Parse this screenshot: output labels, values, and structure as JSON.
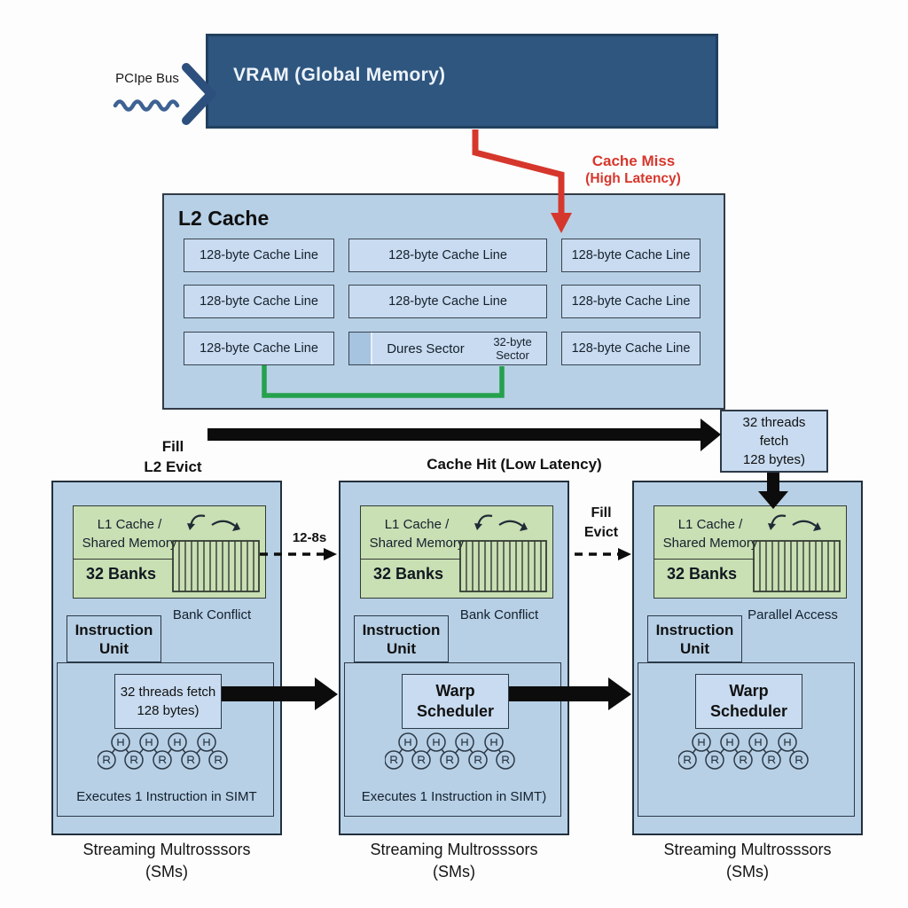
{
  "pcie": {
    "label": "PCIpe Bus"
  },
  "vram": {
    "title": "VRAM (Global Memory)"
  },
  "cache_miss": {
    "line1": "Cache Miss",
    "line2": "(High Latency)"
  },
  "l2": {
    "title": "L2 Cache",
    "cache_line": "128-byte Cache Line",
    "sector_label": "Dures Sector",
    "sector_byte_line1": "32-byte",
    "sector_byte_line2": "Sector"
  },
  "flow": {
    "fill": "Fill",
    "l2_evict": "L2 Evict",
    "cache_hit": "Cache Hit (Low Latency)"
  },
  "fetch_box": {
    "line1": "32 threads",
    "line2": "fetch",
    "line3": "128 bytes)"
  },
  "links": {
    "rate_label": "12-8s",
    "fill": "Fill",
    "evict": "Evict"
  },
  "sms": [
    {
      "l1_line1": "L1 Cache /",
      "l1_line2": "Shared Memory",
      "banks": "32 Banks",
      "access": "Bank Conflict",
      "iu_line1": "Instruction",
      "iu_line2": "Unit",
      "action_line1": "32 threads fetch",
      "action_line2": "128 bytes)",
      "simt": "Executes 1 Instruction in SIMT",
      "caption_line1": "Streaming Multrosssors",
      "caption_line2": "(SMs)"
    },
    {
      "l1_line1": "L1 Cache /",
      "l1_line2": "Shared Memory",
      "banks": "32 Banks",
      "access": "Bank Conflict",
      "iu_line1": "Instruction",
      "iu_line2": "Unit",
      "action_line1": "Warp",
      "action_line2": "Scheduler",
      "simt": "Executes 1 Instruction in SIMT)",
      "caption_line1": "Streaming Multrosssors",
      "caption_line2": "(SMs)"
    },
    {
      "l1_line1": "L1 Cache /",
      "l1_line2": "Shared Memory",
      "banks": "32 Banks",
      "access": "Parallel Access",
      "iu_line1": "Instruction",
      "iu_line2": "Unit",
      "action_line1": "Warp",
      "action_line2": "Scheduler",
      "simt": "",
      "caption_line1": "Streaming Multrosssors",
      "caption_line2": "(SMs)"
    }
  ],
  "colors": {
    "vram_fill": "#2e567f",
    "panel_blue": "#b7d0e6",
    "box_blue": "#c8dbf0",
    "green_box": "#c9dfb4",
    "miss_red": "#d6372c",
    "sector_link_green": "#24a14c",
    "arrow_black": "#0c0c0c"
  }
}
